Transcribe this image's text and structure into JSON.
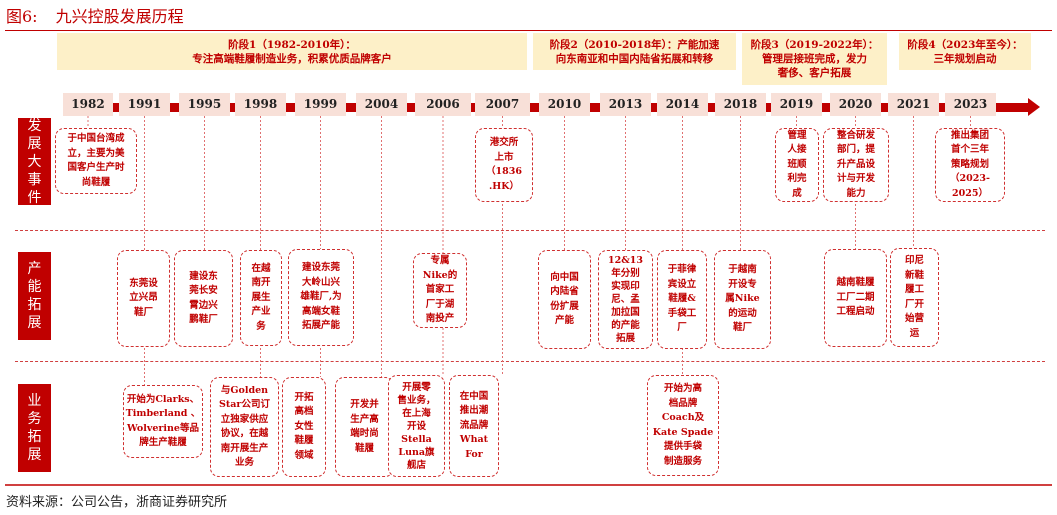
{
  "title": {
    "figure_no": "图6:",
    "text": "九兴控股发展历程"
  },
  "phases": [
    {
      "label": "阶段1（1982-2010年）：\n专注高端鞋履制造业务，积累优质品牌客户"
    },
    {
      "label": "阶段2（2010-2018年）：产能加速\n向东南亚和中国内陆省拓展和转移"
    },
    {
      "label": "阶段3（2019-2022年）：\n管理层接班完成，发力\n奢侈、客户拓展"
    },
    {
      "label": "阶段4（2023年至今）：\n三年规划启动"
    }
  ],
  "years": [
    "1982",
    "1991",
    "1995",
    "1998",
    "1999",
    "2004",
    "2006",
    "2007",
    "2010",
    "2013",
    "2014",
    "2018",
    "2019",
    "2020",
    "2021",
    "2023"
  ],
  "row_labels": [
    "发\n展\n大\n事\n件",
    "产\n能\n拓\n展",
    "业\n务\n拓\n展"
  ],
  "events": [
    {
      "year": "1982",
      "row": "major",
      "text": "于中国台湾成\n立，主要为美\n国客户生产时\n尚鞋履"
    },
    {
      "year": "2007",
      "row": "major",
      "text": "港交所\n上市\n（1836\n.HK）"
    },
    {
      "year": "2019",
      "row": "major",
      "text": "管理\n人接\n班顺\n利完\n成"
    },
    {
      "year": "2020",
      "row": "major",
      "text": "整合研发\n部门，提\n升产品设\n计与开发\n能力"
    },
    {
      "year": "2023",
      "row": "major",
      "text": "推出集团\n首个三年\n策略规划\n（2023-\n2025）"
    },
    {
      "year": "1991",
      "row": "capacity",
      "text": "东莞设\n立兴昂\n鞋厂"
    },
    {
      "year": "1995",
      "row": "capacity",
      "text": "建设东\n莞长安\n霄边兴\n鹏鞋厂"
    },
    {
      "year": "1998",
      "row": "capacity",
      "text": "在越\n南开\n展生\n产业\n务"
    },
    {
      "year": "1999",
      "row": "capacity",
      "text": "建设东莞\n大岭山兴\n雄鞋厂,为\n高端女鞋\n拓展产能"
    },
    {
      "year": "2006",
      "row": "capacity",
      "text": "专属\nNike的\n首家工\n厂于湖\n南投产"
    },
    {
      "year": "2010",
      "row": "capacity",
      "text": "向中国\n内陆省\n份扩展\n产能"
    },
    {
      "year": "2013",
      "row": "capacity",
      "text": "12&13\n年分别\n实现印\n尼、孟\n加拉国\n的产能\n拓展"
    },
    {
      "year": "2014",
      "row": "capacity",
      "text": "于菲律\n宾设立\n鞋履&\n手袋工\n厂"
    },
    {
      "year": "2018",
      "row": "capacity",
      "text": "于越南\n开设专\n属Nike\n的运动\n鞋厂"
    },
    {
      "year": "2020",
      "row": "capacity",
      "text": "越南鞋履\n工厂二期\n工程启动"
    },
    {
      "year": "2021",
      "row": "capacity",
      "text": "印尼\n新鞋\n履工\n厂开\n始营\n运"
    },
    {
      "year": "1991",
      "row": "business",
      "text": "开始为Clarks、\nTimberland 、\nWolverine等品\n牌生产鞋履"
    },
    {
      "year": "1998",
      "row": "business",
      "text": "与Golden\nStar公司订\n立独家供应\n协议，在越\n南开展生产\n业务"
    },
    {
      "year": "1999",
      "row": "business",
      "text": "开拓\n高档\n女性\n鞋履\n领域"
    },
    {
      "year": "2004",
      "row": "business",
      "text": "开发并\n生产高\n端时尚\n鞋履"
    },
    {
      "year": "2006",
      "row": "business",
      "text": "开展零\n售业务，\n在上海\n开设\nStella\nLuna旗\n舰店"
    },
    {
      "year": "2007",
      "row": "business",
      "text": "在中国\n推出潮\n流品牌\nWhat\nFor"
    },
    {
      "year": "2014",
      "row": "business",
      "text": "开始为高\n档品牌\nCoach及\nKate Spade\n提供手袋\n制造服务"
    }
  ],
  "source": "资料来源：公司公告，浙商证券研究所",
  "colors": {
    "accent": "#c00000",
    "phase_bg": "#fdf0c8",
    "year_bg": "#f8e0d8"
  }
}
